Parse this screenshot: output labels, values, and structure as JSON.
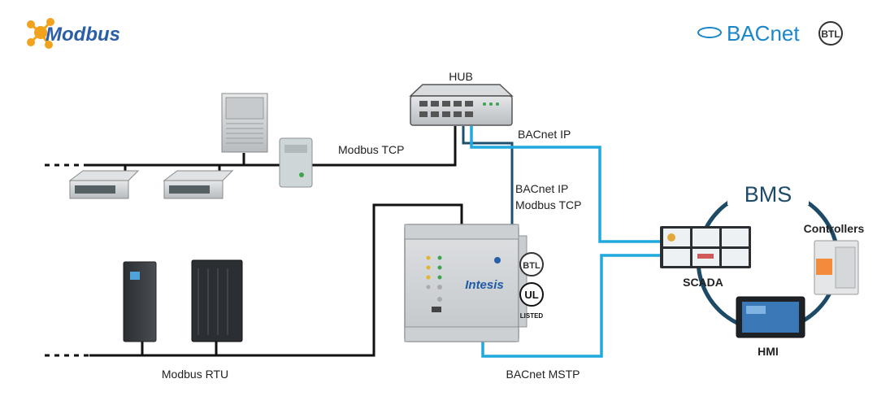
{
  "logos": {
    "modbus": "Modbus",
    "bacnet": "BACnet",
    "btl": "BTL"
  },
  "labels": {
    "hub": "HUB",
    "bacnet_ip": "BACnet IP",
    "modbus_tcp": "Modbus TCP",
    "bacnet_ip_modbus_tcp_line1": "BACnet IP",
    "bacnet_ip_modbus_tcp_line2": "Modbus TCP",
    "bms": "BMS",
    "controllers": "Controllers",
    "scada": "SCADA",
    "hmi": "HMI",
    "modbus_rtu": "Modbus RTU",
    "bacnet_mstp": "BACnet MSTP"
  },
  "gateway": {
    "brand": "Intesis",
    "cert_btl": "BTL",
    "cert_ul": "UL",
    "cert_listed": "LISTED"
  },
  "colors": {
    "bacnet_line": "#1fa9dd",
    "bacnet_dark_line": "#1f4f6e",
    "wire": "#111111",
    "bms_ring": "#1d4a66",
    "modbus_orange": "#f3a21d",
    "modbus_blue": "#2a5ea8",
    "bacnet_blue": "#1b86c9"
  }
}
